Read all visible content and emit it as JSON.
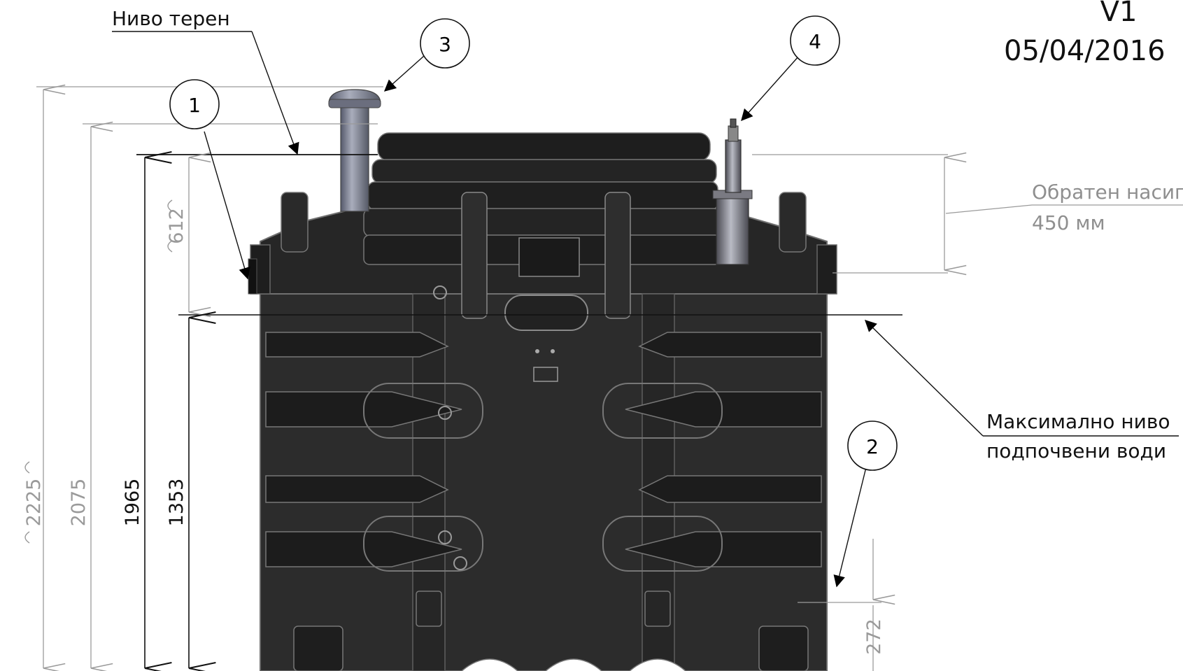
{
  "revision": {
    "version": "V1",
    "date": "05/04/2016"
  },
  "labels": {
    "ground_level": "Ниво терен",
    "backfill_line1": "Обратен насип",
    "backfill_line2": "450 мм",
    "groundwater_line1": "Максимално ниво",
    "groundwater_line2": "подпочвени води"
  },
  "callouts": [
    "1",
    "2",
    "3",
    "4"
  ],
  "dimensions": {
    "total_height": "2225",
    "height_2075": "2075",
    "height_1965": "1965",
    "height_1353": "1353",
    "backfill_612": "612",
    "bottom_272": "272"
  },
  "colors": {
    "tank_body": "#2e2e2e",
    "tank_dark": "#1c1c1c",
    "tank_edge": "#6a6a6a",
    "pipe": "#7c8092",
    "dim_gray": "#9a9a9a",
    "dim_black": "#111111"
  }
}
